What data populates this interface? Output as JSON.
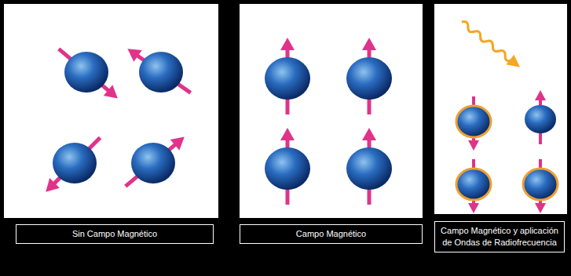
{
  "diagram": {
    "nodes": [
      {
        "text": [
          "Sin Campo Magnético"
        ]
      },
      {
        "text": [
          "Campo Magnético"
        ]
      },
      {
        "text": [
          "Campo Magnético y aplicación de Ondas de Radiofrecuencia"
        ]
      }
    ]
  }
}
